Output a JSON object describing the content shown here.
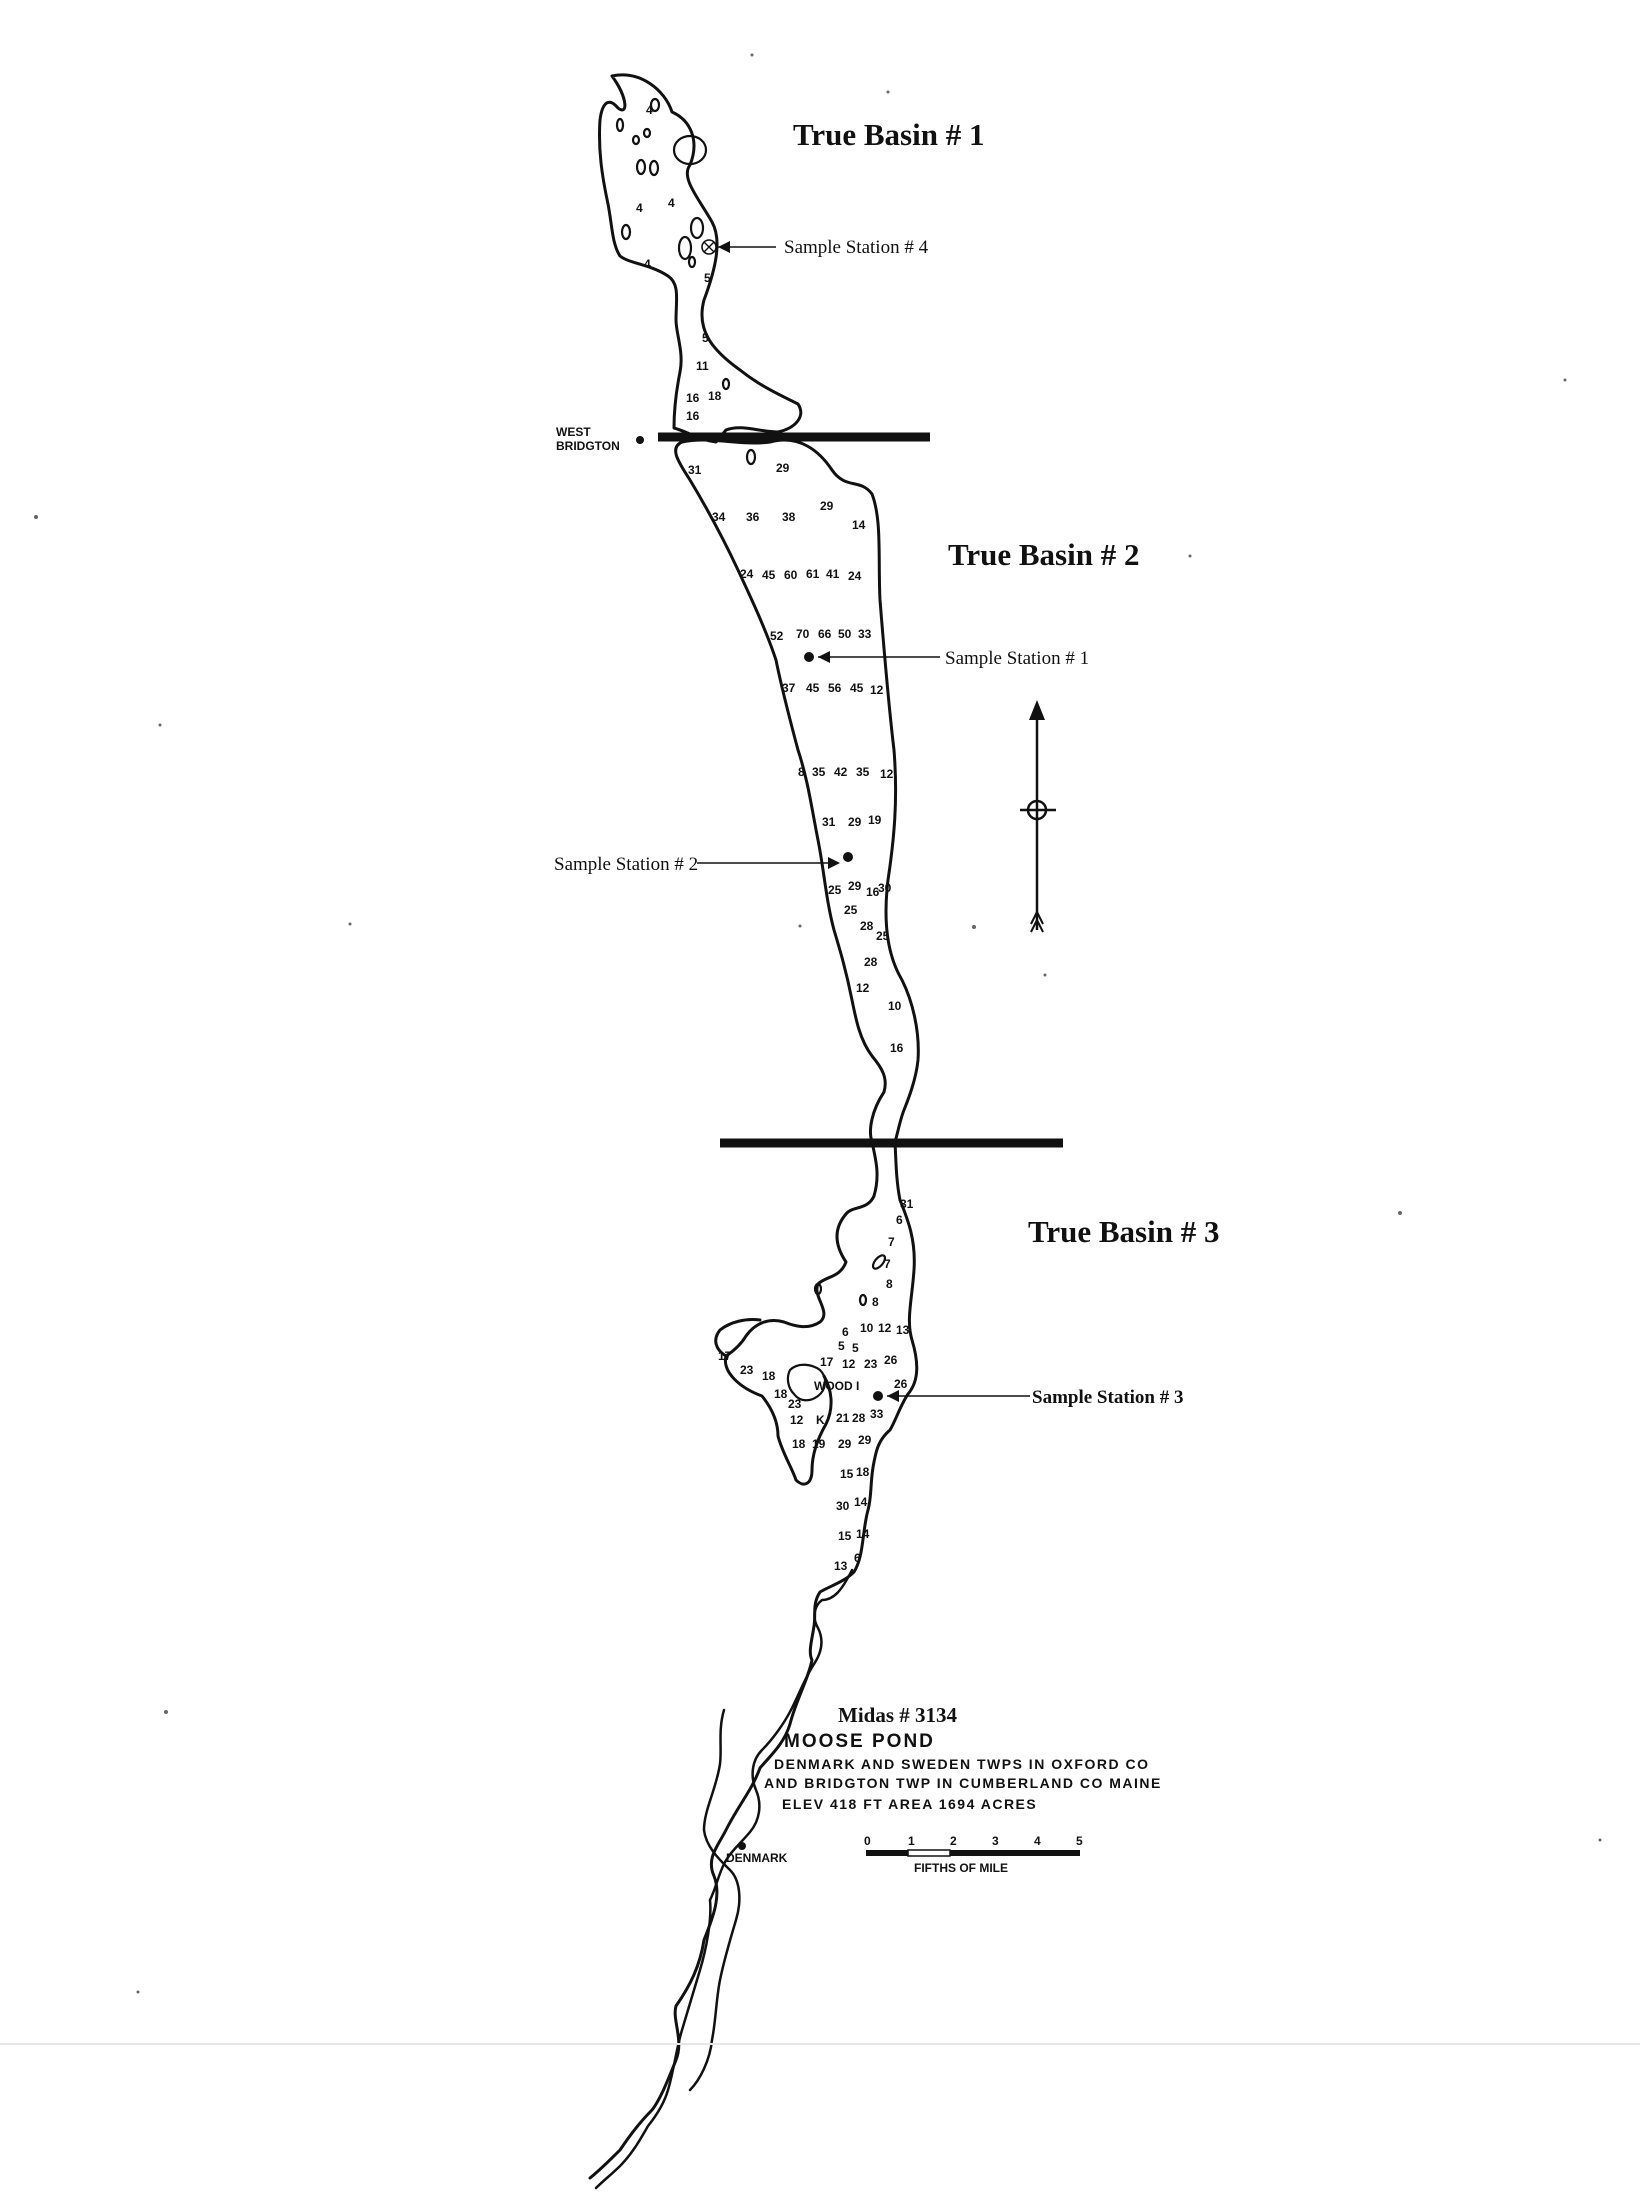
{
  "basins": [
    {
      "label": "True Basin # 1"
    },
    {
      "label": "True Basin # 2"
    },
    {
      "label": "True Basin # 3"
    }
  ],
  "stations": [
    {
      "label": "Sample Station # 4"
    },
    {
      "label": "Sample Station # 1"
    },
    {
      "label": "Sample Station # 2"
    },
    {
      "label": "Sample Station # 3"
    }
  ],
  "places": {
    "west_bridgton_line1": "WEST",
    "west_bridgton_line2": "BRIDGTON",
    "denmark": "DENMARK"
  },
  "caption": {
    "midas": "Midas # 3134",
    "title": "MOOSE POND",
    "line1": "DENMARK AND SWEDEN TWPS IN OXFORD CO",
    "line2": "AND BRIDGTON TWP IN CUMBERLAND CO   MAINE",
    "line3": "ELEV 418 FT     AREA 1694 ACRES"
  },
  "scale": {
    "ticks": [
      "0",
      "1",
      "2",
      "3",
      "4",
      "5"
    ],
    "label": "FIFTHS OF MILE"
  },
  "depths": [
    {
      "row": "basin1-a",
      "values": [
        "4"
      ]
    },
    {
      "row": "basin1-b",
      "values": [
        "4",
        "4"
      ]
    },
    {
      "row": "basin1-c",
      "values": [
        "4"
      ]
    },
    {
      "row": "basin1-d",
      "values": [
        "5"
      ]
    },
    {
      "row": "basin1-e",
      "values": [
        "5"
      ]
    },
    {
      "row": "basin1-f",
      "values": [
        "11"
      ]
    },
    {
      "row": "basin1-g",
      "values": [
        "16",
        "18"
      ]
    },
    {
      "row": "basin1-h",
      "values": [
        "16"
      ]
    },
    {
      "row": "basin2-1",
      "values": [
        "31",
        "29"
      ]
    },
    {
      "row": "basin2-2",
      "values": [
        "34",
        "36",
        "38",
        "29",
        "14"
      ]
    },
    {
      "row": "basin2-3",
      "values": [
        "24",
        "45",
        "60",
        "61",
        "41",
        "24"
      ]
    },
    {
      "row": "basin2-4",
      "values": [
        "52",
        "70",
        "66",
        "50",
        "33"
      ]
    },
    {
      "row": "basin2-5",
      "values": [
        "37",
        "45",
        "56",
        "45",
        "12"
      ]
    },
    {
      "row": "basin2-6",
      "values": [
        "8",
        "35",
        "42",
        "35",
        "12"
      ]
    },
    {
      "row": "basin2-7",
      "values": [
        "31",
        "29",
        "19"
      ]
    },
    {
      "row": "basin2-8",
      "values": [
        "25",
        "29",
        "16",
        "30"
      ]
    },
    {
      "row": "basin2-9",
      "values": [
        "25",
        "28",
        "25"
      ]
    },
    {
      "row": "basin2-10",
      "values": [
        "28",
        "12",
        "10",
        "16"
      ]
    },
    {
      "row": "basin3-1",
      "values": [
        "31",
        "6",
        "7",
        "7",
        "8",
        "8"
      ]
    },
    {
      "row": "basin3-2",
      "values": [
        "6",
        "10",
        "12",
        "13"
      ]
    },
    {
      "row": "basin3-3",
      "values": [
        "5",
        "5"
      ]
    },
    {
      "row": "basin3-4",
      "values": [
        "17",
        "23",
        "17",
        "12",
        "23",
        "26"
      ]
    },
    {
      "row": "basin3-5",
      "values": [
        "18",
        "WOOD I",
        "26"
      ]
    },
    {
      "row": "basin3-6",
      "values": [
        "18",
        "23",
        "12",
        "K",
        "21",
        "28",
        "33"
      ]
    },
    {
      "row": "basin3-7",
      "values": [
        "18",
        "19",
        "29",
        "29"
      ]
    },
    {
      "row": "basin3-8",
      "values": [
        "15",
        "18",
        "30",
        "14",
        "15",
        "14",
        "13",
        "6"
      ]
    }
  ]
}
